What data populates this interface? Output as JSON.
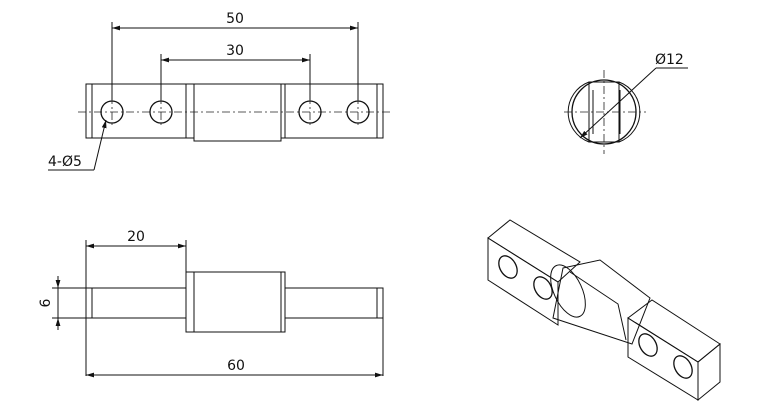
{
  "dimensions": {
    "top_overall": "50",
    "top_inner": "30",
    "holes_callout": "4-Ø5",
    "end_diameter": "Ø12",
    "front_left_length": "20",
    "front_height": "6",
    "front_overall": "60"
  },
  "colors": {
    "line": "#111111",
    "metal_light": "#f6f6f6",
    "metal_mid": "#d6d6d6",
    "metal_dark": "#9a9a9a"
  }
}
